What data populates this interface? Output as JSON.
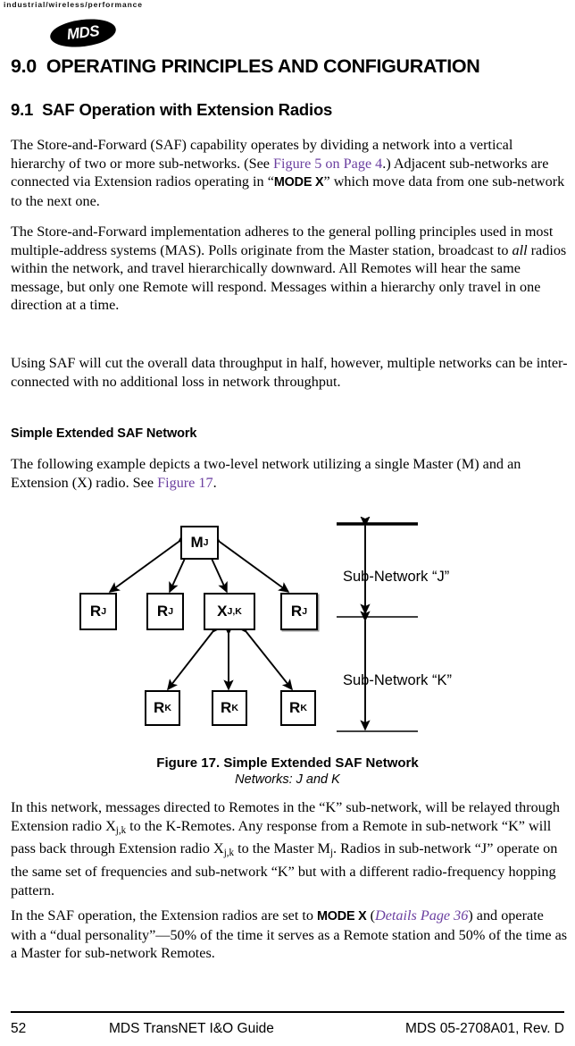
{
  "masthead": {
    "tagline": "industrial/wireless/performance",
    "logo_text": "MDS"
  },
  "headings": {
    "section_number": "9.0",
    "section_title": "OPERATING PRINCIPLES AND CONFIGURATION",
    "subsection_number": "9.1",
    "subsection_title": "SAF Operation with Extension Radios",
    "sub_subsection_title": "Simple Extended SAF Network"
  },
  "paragraphs": {
    "p1": {
      "a": "The Store-and-Forward (SAF) capability operates by dividing a network into a vertical hierarchy of two or more sub-networks. (See ",
      "link": "Figure 5 on Page 4",
      "b": ".) Adjacent sub-networks are connected via Extension radios operating in “",
      "mode": "MODE X",
      "c": "” which move data from one sub-network to the next one."
    },
    "p2": {
      "a": "The Store-and-Forward implementation adheres to the general polling principles used in most multiple-address systems (MAS). Polls originate from the Master station, broadcast to ",
      "ital": "all",
      "b": " radios within the network, and travel hierarchically downward. All Remotes will hear the same message, but only one Remote will respond. Messages within a hierarchy only travel in one direction at a time."
    },
    "p3": {
      "a": "Using SAF will cut the overall data throughput in half, however, multiple networks can be inter-connected with no additional loss in network throughput."
    },
    "p4": {
      "a": "The following example depicts a two-level network utilizing a single Master (M) and an Extension (X) radio. See ",
      "link": "Figure 17",
      "b": "."
    },
    "p5": {
      "a": "In this network, messages directed to Remotes in the “K” sub-network, will be relayed through Extension radio X",
      "sub1": "j,k",
      "b": " to the K-Remotes. Any response from a Remote in sub-network “K” will pass back through Extension radio X",
      "sub2": "j,k",
      "c": " to the Master M",
      "sub3": "j",
      "d": ". Radios in sub-network “J” operate on the same set of frequencies and sub-network “K” but with a different radio-frequency hopping pattern."
    },
    "p6": {
      "a": "In the SAF operation, the Extension radios are set to ",
      "mode": "MODE X",
      "b": " (",
      "link": "Details Page 36",
      "c": ") and operate with a “dual personality”—50% of the time it serves as a Remote station and 50% of the time as a Master for sub-network Remotes."
    }
  },
  "figure": {
    "caption_main": "Figure 17. Simple Extended SAF Network",
    "caption_sub": "Networks: J and K",
    "nodes": {
      "master": {
        "letter": "M",
        "sub": "J"
      },
      "row_j": [
        {
          "letter": "R",
          "sub": "J"
        },
        {
          "letter": "R",
          "sub": "J"
        },
        {
          "letter": "X",
          "sub": "J,K"
        },
        {
          "letter": "R",
          "sub": "J"
        }
      ],
      "row_k": [
        {
          "letter": "R",
          "sub": "K"
        },
        {
          "letter": "R",
          "sub": "K"
        },
        {
          "letter": "R",
          "sub": "K"
        }
      ]
    },
    "subnet_j_label": "Sub-Network “J”",
    "subnet_k_label": "Sub-Network “K”"
  },
  "footer": {
    "page_number": "52",
    "guide_title": "MDS TransNET I&O Guide",
    "document_id": "MDS 05-2708A01, Rev.  D"
  },
  "colors": {
    "link": "#6b3fa0",
    "text": "#000000",
    "background": "#ffffff"
  }
}
